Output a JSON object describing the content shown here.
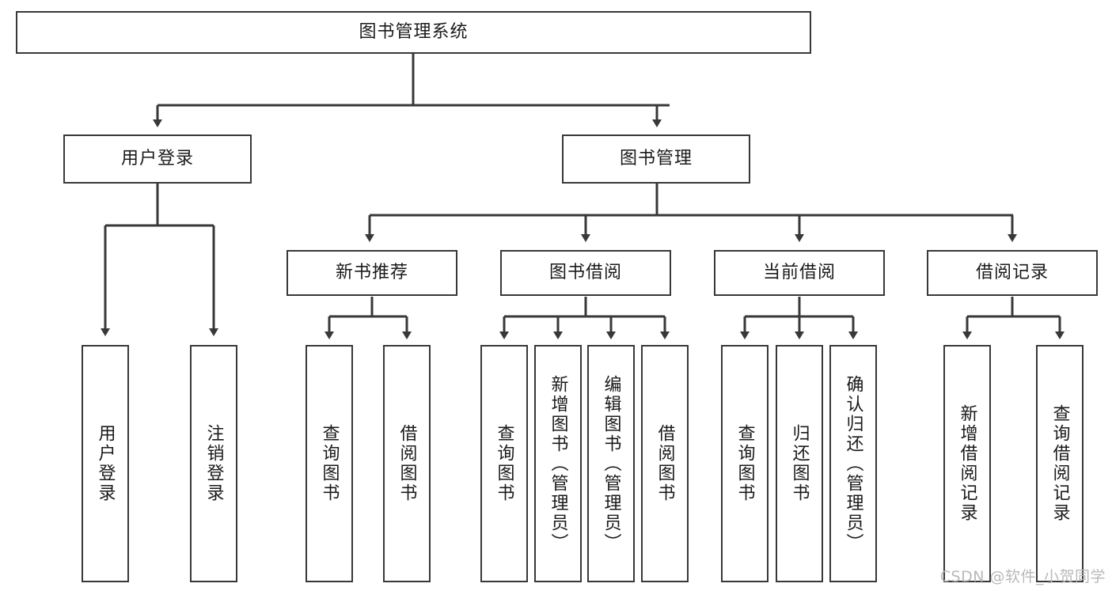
{
  "diagram": {
    "title_node": {
      "label": "图书管理系统"
    },
    "level2": [
      {
        "id": "user-login",
        "label": "用户登录"
      },
      {
        "id": "book-management",
        "label": "图书管理"
      }
    ],
    "level3": [
      {
        "id": "new-book-recommend",
        "label": "新书推荐"
      },
      {
        "id": "book-borrow",
        "label": "图书借阅"
      },
      {
        "id": "current-borrow",
        "label": "当前借阅"
      },
      {
        "id": "borrow-record",
        "label": "借阅记录"
      }
    ],
    "leaves": [
      {
        "id": "leaf-user-login",
        "label": "用户登录",
        "parent": "user-login"
      },
      {
        "id": "leaf-user-logout",
        "label": "注销登录",
        "parent": "user-login"
      },
      {
        "id": "leaf-query-book-1",
        "label": "查询图书",
        "parent": "new-book-recommend"
      },
      {
        "id": "leaf-borrow-book-1",
        "label": "借阅图书",
        "parent": "new-book-recommend"
      },
      {
        "id": "leaf-query-book-2",
        "label": "查询图书",
        "parent": "book-borrow"
      },
      {
        "id": "leaf-add-book",
        "label": "新增图书（管理员）",
        "parent": "book-borrow"
      },
      {
        "id": "leaf-edit-book",
        "label": "编辑图书（管理员）",
        "parent": "book-borrow"
      },
      {
        "id": "leaf-borrow-book-2",
        "label": "借阅图书",
        "parent": "book-borrow"
      },
      {
        "id": "leaf-query-book-3",
        "label": "查询图书",
        "parent": "current-borrow"
      },
      {
        "id": "leaf-return-book",
        "label": "归还图书",
        "parent": "current-borrow"
      },
      {
        "id": "leaf-confirm-return",
        "label": "确认归还（管理员）",
        "parent": "current-borrow"
      },
      {
        "id": "leaf-add-record",
        "label": "新增借阅记录",
        "parent": "borrow-record"
      },
      {
        "id": "leaf-query-record",
        "label": "查询借阅记录",
        "parent": "borrow-record"
      }
    ]
  },
  "watermark": {
    "text": "CSDN @软件_小贺同学"
  },
  "colors": {
    "stroke": "#37383a",
    "background": "#ffffff",
    "text": "#1a1a1a",
    "watermark": "#b9b9b9"
  }
}
